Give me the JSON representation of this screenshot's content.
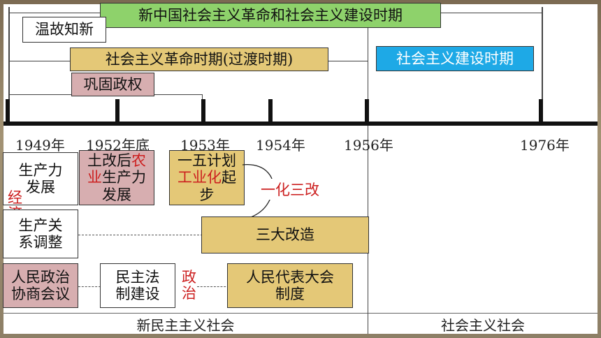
{
  "period_main": "新中国社会主义革命和社会主义建设时期",
  "review_box": "温故知新",
  "revolution_period": "社会主义革命时期(过渡时期)",
  "construction_period": "社会主义建设时期",
  "consolidate": "巩固政权",
  "years": [
    "1949年",
    "1952年底",
    "1953年",
    "1954年",
    "1956年",
    "1976年"
  ],
  "prod_force": "生产力\n发展",
  "land_reform_a": "土改后",
  "land_reform_red1": "农",
  "land_reform_red2": "业",
  "land_reform_b": "生产力\n发展",
  "five_year_a": "一五计划",
  "five_year_red": "工业化",
  "five_year_b": "起\n步",
  "one_three": "一化三改",
  "economy": "经\n济",
  "prod_relation": "生产关\n系调整",
  "three_reforms": "三大改造",
  "cppcc": "人民政治\n协商会议",
  "legal": "民主法\n制建设",
  "politics": "政\n治",
  "npc": "人民代表大会\n制度",
  "society_new": "新民主主义社会",
  "society_socialist": "社会主义社会",
  "colors": {
    "green": "#8ed26b",
    "gold": "#e4c877",
    "pink": "#d7aeb0",
    "blue": "#1ea9e6",
    "red": "#cc1f1f"
  }
}
